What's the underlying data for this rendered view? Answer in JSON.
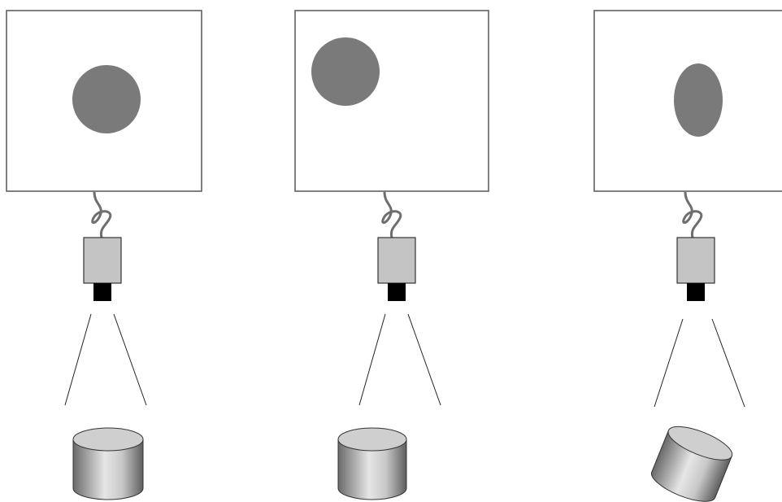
{
  "colors": {
    "background": "#ffffff",
    "screen_border": "#555555",
    "blob": "#7a7a7a",
    "camera_body": "#c4c4c4",
    "camera_lens": "#000000",
    "cable": "#6e6e6e",
    "view_lines": "#222222",
    "cylinder_top": "#cfcfcf",
    "cylinder_side_dark": "#666666",
    "cylinder_side_light": "#e8e8e8"
  },
  "panels": [
    {
      "id": "center",
      "blob_shape": "circle",
      "object_pose": "upright"
    },
    {
      "id": "shifted",
      "blob_shape": "circle",
      "object_pose": "upright"
    },
    {
      "id": "tilted",
      "blob_shape": "ellipse",
      "object_pose": "tilted"
    }
  ]
}
